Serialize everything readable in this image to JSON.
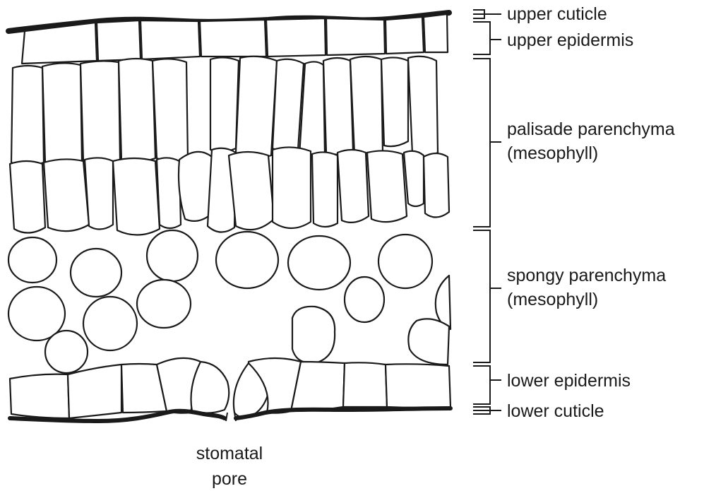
{
  "labels": {
    "upper_cuticle": "upper cuticle",
    "upper_epidermis": "upper epidermis",
    "palisade_line1": "palisade parenchyma",
    "palisade_line2": "(mesophyll)",
    "spongy_line1": "spongy parenchyma",
    "spongy_line2": "(mesophyll)",
    "lower_epidermis": "lower epidermis",
    "lower_cuticle": "lower cuticle",
    "stomata_line1": "stomatal",
    "stomata_line2": "pore"
  },
  "colors": {
    "ink": "#1a1a1a",
    "background": "#ffffff"
  }
}
